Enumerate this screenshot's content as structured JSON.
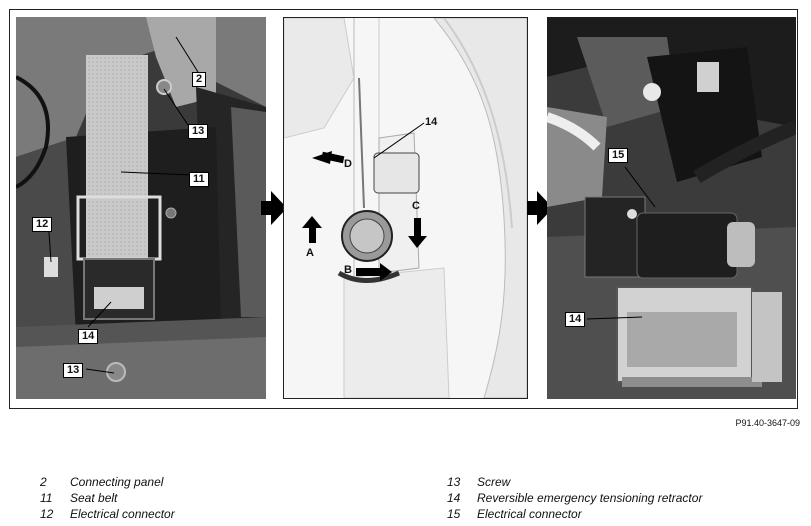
{
  "figure_ref": "P91.40-3647-09",
  "panel1": {
    "callouts": [
      "2",
      "13",
      "11",
      "12",
      "14",
      "13"
    ]
  },
  "panel2": {
    "callouts": [
      "14"
    ],
    "arrows": [
      "D",
      "C",
      "A",
      "B"
    ]
  },
  "panel3": {
    "callouts": [
      "15",
      "14"
    ]
  },
  "legend": {
    "left": [
      {
        "num": "2",
        "label": "Connecting panel"
      },
      {
        "num": "11",
        "label": "Seat belt"
      },
      {
        "num": "12",
        "label": "Electrical connector"
      }
    ],
    "right": [
      {
        "num": "13",
        "label": "Screw"
      },
      {
        "num": "14",
        "label": "Reversible emergency tensioning retractor"
      },
      {
        "num": "15",
        "label": "Electrical connector"
      }
    ]
  }
}
